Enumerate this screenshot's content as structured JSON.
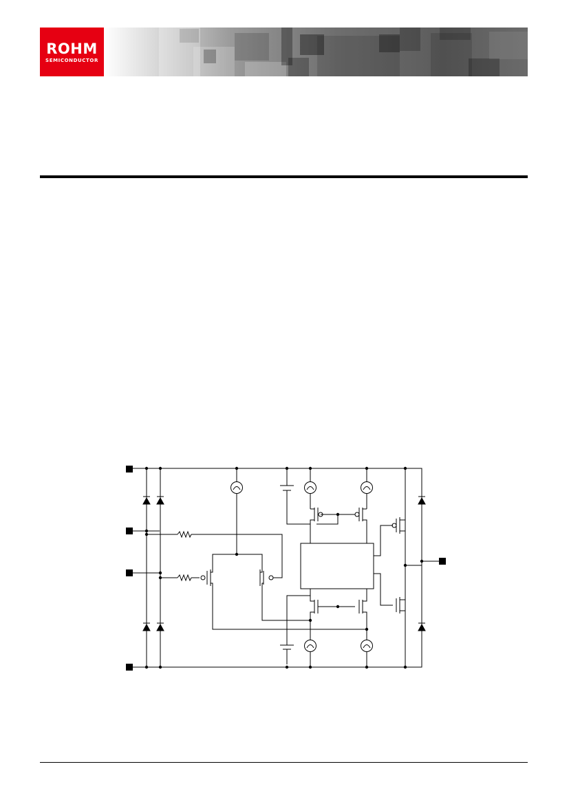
{
  "header": {
    "logo_text": "ROHM",
    "logo_subtext": "SEMICONDUCTOR",
    "brand_color": "#e60012"
  },
  "schematic": {
    "icons": [
      "input-terminal",
      "output-terminal",
      "diode",
      "resistor",
      "current-source",
      "voltage-source",
      "mosfet"
    ]
  }
}
